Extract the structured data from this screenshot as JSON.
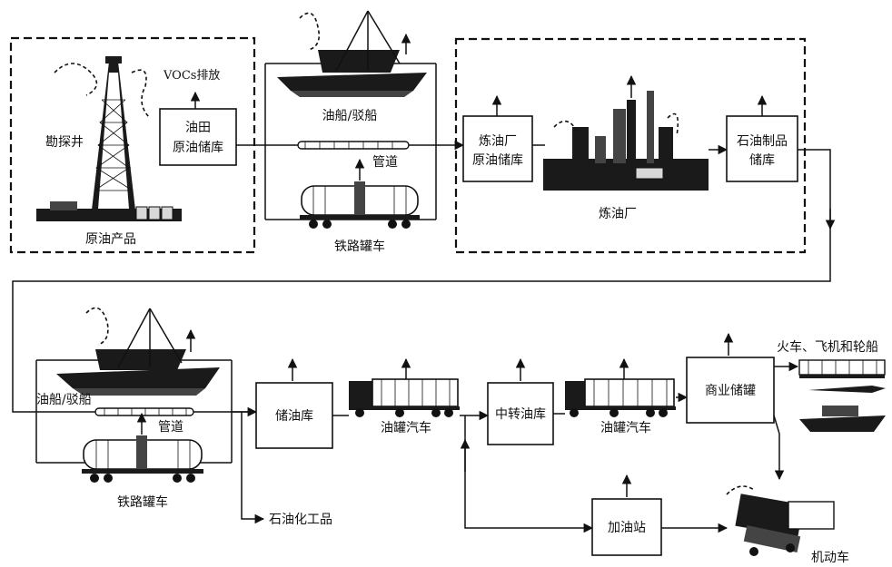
{
  "labels": {
    "exploration_well": "勘探井",
    "crude_product": "原油产品",
    "vocs_emission": "VOCs排放",
    "oilfield_storage_line1": "油田",
    "oilfield_storage_line2": "原油储库",
    "tanker_barge_top": "油船/驳船",
    "pipeline_top": "管道",
    "rail_tanker_top": "铁路罐车",
    "refinery_storage_line1": "炼油厂",
    "refinery_storage_line2": "原油储库",
    "refinery": "炼油厂",
    "petroleum_product_storage_line1": "石油制品",
    "petroleum_product_storage_line2": "储库",
    "tanker_barge_bottom": "油船/驳船",
    "pipeline_bottom": "管道",
    "rail_tanker_bottom": "铁路罐车",
    "oil_depot": "储油库",
    "tank_truck_1": "油罐汽车",
    "transfer_depot": "中转油库",
    "tank_truck_2": "油罐汽车",
    "commercial_tank": "商业储罐",
    "train_plane_ship": "火车、飞机和轮船",
    "petrochemical_products": "石油化工品",
    "gas_station": "加油站",
    "motor_vehicles": "机动车"
  }
}
